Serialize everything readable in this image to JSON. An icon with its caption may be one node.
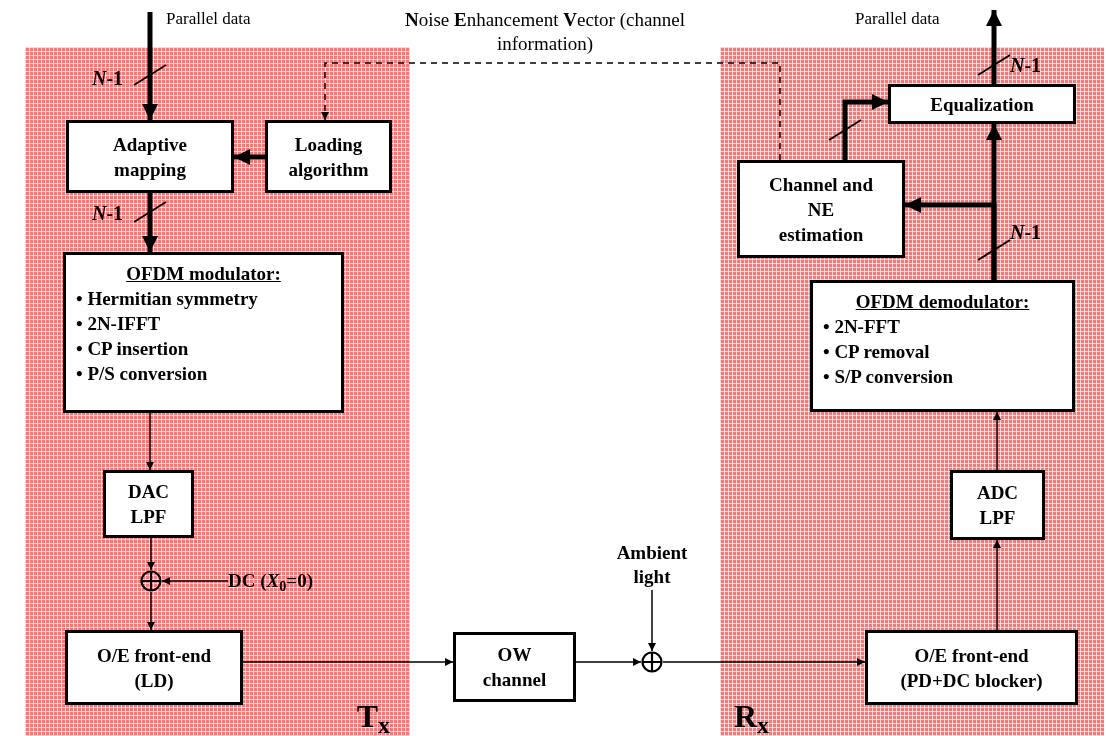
{
  "diagram": {
    "nodes": [
      {
        "text": [
          "T$_{x}$"
        ]
      },
      {
        "text": [
          "R$_{x}$"
        ]
      },
      {
        "text": [
          "Adaptive mapping"
        ],
        "in": 0
      },
      {
        "text": [
          "Loading algorithm"
        ],
        "in": 0
      },
      {
        "text": [
          "OFDM modulator:",
          "• Hermitian symmetry",
          "• 2N-IFFT",
          "• CP insertion",
          "• P/S conversion"
        ],
        "in": 0
      },
      {
        "text": [
          "DAC LPF"
        ],
        "in": 0
      },
      {
        "text": [],
        "shape": "circle",
        "in": 0
      },
      {
        "text": [
          "DC (*X*$_{0}$=0)"
        ],
        "in": 0
      },
      {
        "text": [
          "O/E front-end (LD)"
        ],
        "in": 0
      },
      {
        "text": [
          "OW channel"
        ]
      },
      {
        "text": [
          "Ambient light"
        ]
      },
      {
        "text": [],
        "shape": "circle"
      },
      {
        "text": [
          "O/E front-end (PD+DC blocker)"
        ],
        "in": 1
      },
      {
        "text": [
          "ADC LPF"
        ],
        "in": 1
      },
      {
        "text": [
          "OFDM demodulator:",
          "• 2N-FFT",
          "• CP removal",
          "• S/P conversion"
        ],
        "in": 1
      },
      {
        "text": [
          "Channel and NE estimation"
        ],
        "in": 1
      },
      {
        "text": [
          "Equalization"
        ],
        "in": 1
      }
    ],
    "edges": [
      {
        "from": null,
        "to": 2,
        "arrow": "to",
        "style": "thick",
        "label": "Parallel data"
      },
      {
        "from": 3,
        "to": 2,
        "arrow": "to",
        "style": "thick"
      },
      {
        "from": 2,
        "to": 4,
        "arrow": "to",
        "style": "thick"
      },
      {
        "from": 4,
        "to": 5,
        "arrow": "to"
      },
      {
        "from": 5,
        "to": 6,
        "arrow": "to"
      },
      {
        "from": 7,
        "to": 6,
        "arrow": "to"
      },
      {
        "from": 6,
        "to": 8,
        "arrow": "to"
      },
      {
        "from": 8,
        "to": 9,
        "arrow": "to"
      },
      {
        "from": 9,
        "to": 11,
        "arrow": "to"
      },
      {
        "from": 10,
        "to": 11,
        "arrow": "to"
      },
      {
        "from": 11,
        "to": 12,
        "arrow": "to"
      },
      {
        "from": 12,
        "to": 13,
        "arrow": "to"
      },
      {
        "from": 13,
        "to": 14,
        "arrow": "to"
      },
      {
        "from": 14,
        "to": 16,
        "arrow": "to",
        "style": "thick"
      },
      {
        "from": 14,
        "to": 15,
        "arrow": "to",
        "style": "thick"
      },
      {
        "from": 15,
        "to": 16,
        "arrow": "to",
        "style": "thick"
      },
      {
        "from": 16,
        "to": null,
        "arrow": "to",
        "style": "thick",
        "label": "Parallel data"
      },
      {
        "from": 15,
        "to": 3,
        "arrow": "to",
        "style": "dashed",
        "label": "**N**oise **E**nhancement **V**ector (channel information)"
      }
    ],
    "labels": [
      "*N*-1",
      "*N*-1",
      "*N*-1",
      "*N*-1"
    ]
  }
}
